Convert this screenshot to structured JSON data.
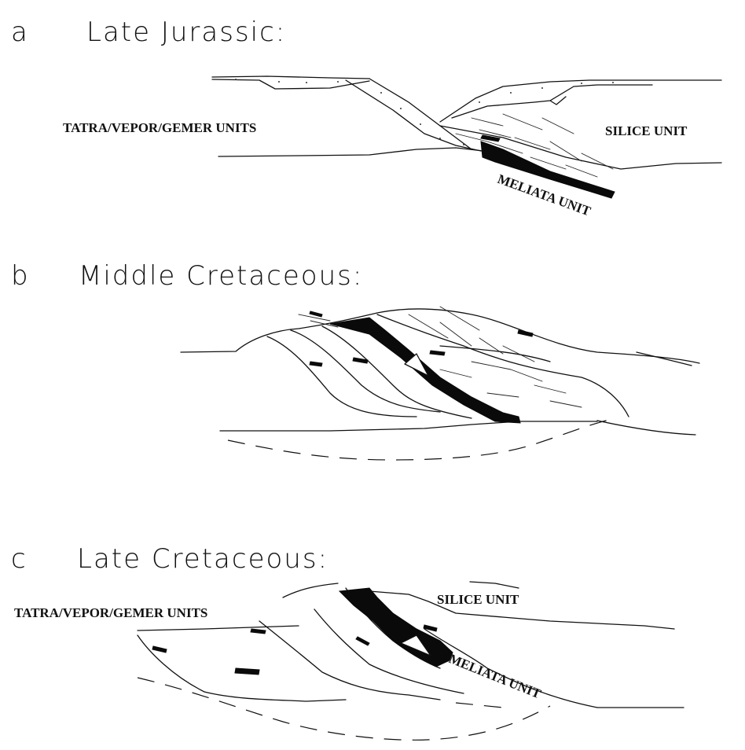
{
  "panels": [
    {
      "letter": "a",
      "title": "Late Jurassic:",
      "labels": {
        "left": "TATRA/VEPOR/GEMER UNITS",
        "right": "SILICE UNIT",
        "meliata": "MELIATA UNIT"
      }
    },
    {
      "letter": "b",
      "title": "Middle Cretaceous:"
    },
    {
      "letter": "c",
      "title": "Late Cretaceous:",
      "labels": {
        "left": "TATRA/VEPOR/GEMER UNITS",
        "right": "SILICE UNIT",
        "meliata": "MELIATA UNIT"
      }
    }
  ]
}
